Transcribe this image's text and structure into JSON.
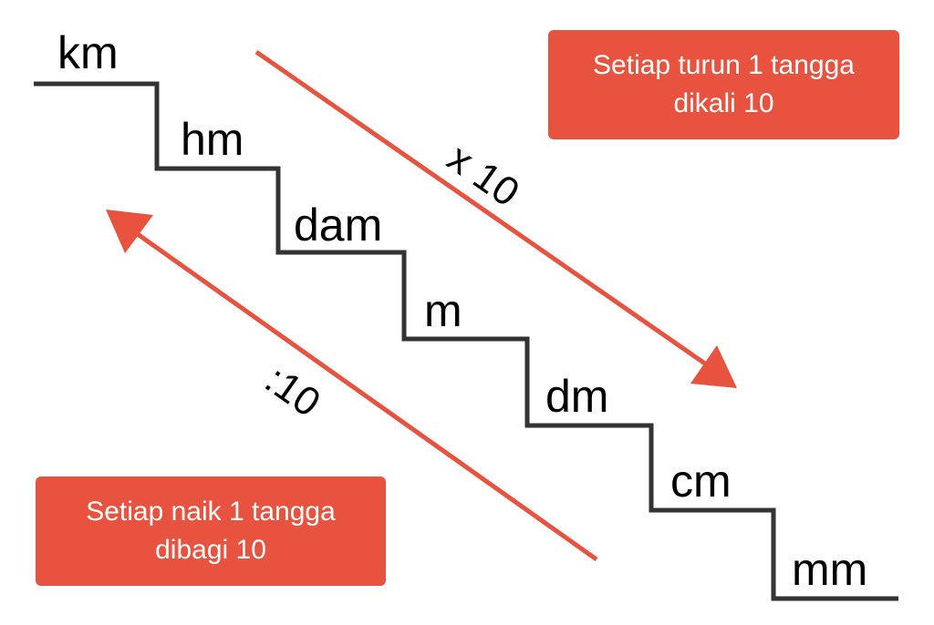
{
  "units": [
    "km",
    "hm",
    "dam",
    "m",
    "dm",
    "cm",
    "mm"
  ],
  "multiply_label": "x 10",
  "divide_label": ":10",
  "box_down": {
    "line1": "Setiap turun 1 tangga",
    "line2": "dikali 10"
  },
  "box_up": {
    "line1": "Setiap naik 1 tangga",
    "line2": "dibagi 10"
  },
  "colors": {
    "accent": "#E8533F",
    "stairs": "#333333",
    "text": "#000000"
  }
}
